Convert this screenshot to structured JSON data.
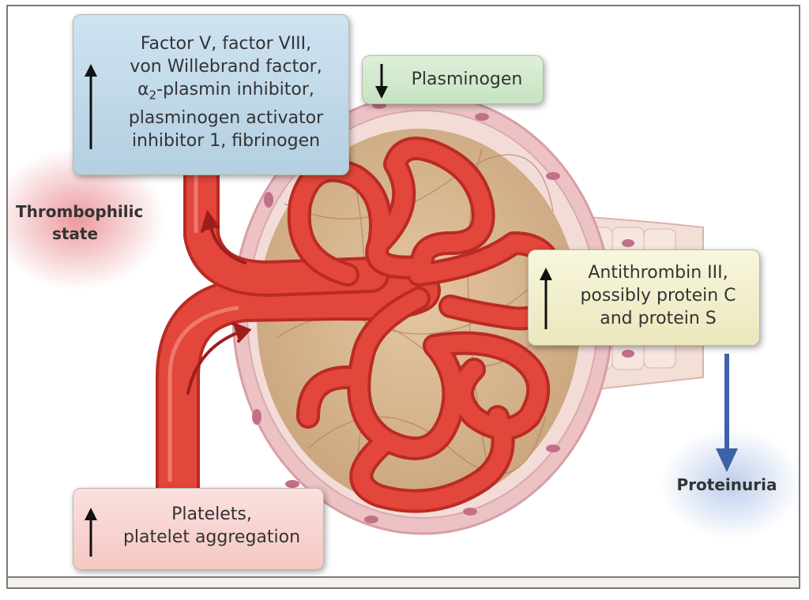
{
  "boxes": {
    "factors": {
      "direction": "up",
      "lines": [
        "Factor V, factor VIII,",
        "von Willebrand factor,",
        "-plasmin inhibitor,",
        "plasminogen activator",
        "inhibitor 1, fibrinogen"
      ],
      "alpha_symbol": "α",
      "alpha_subscript": "2"
    },
    "plasminogen": {
      "direction": "down",
      "text": "Plasminogen"
    },
    "antithrombin": {
      "direction": "up",
      "lines": [
        "Antithrombin III,",
        "possibly protein C",
        "and protein S"
      ]
    },
    "platelets": {
      "direction": "up",
      "lines": [
        "Platelets,",
        "platelet aggregation"
      ]
    }
  },
  "labels": {
    "thrombophilic": [
      "Thrombophilic",
      "state"
    ],
    "proteinuria": "Proteinuria"
  },
  "colors": {
    "vessel_red": "#e3463a",
    "capsule_pink": "#ecc2c4",
    "tuft_tan": "#d6b48e",
    "proteinuria_arrow": "#3d62a8",
    "thrombophilic_glow": "#e8878c",
    "proteinuria_glow": "#b5c8ea"
  }
}
